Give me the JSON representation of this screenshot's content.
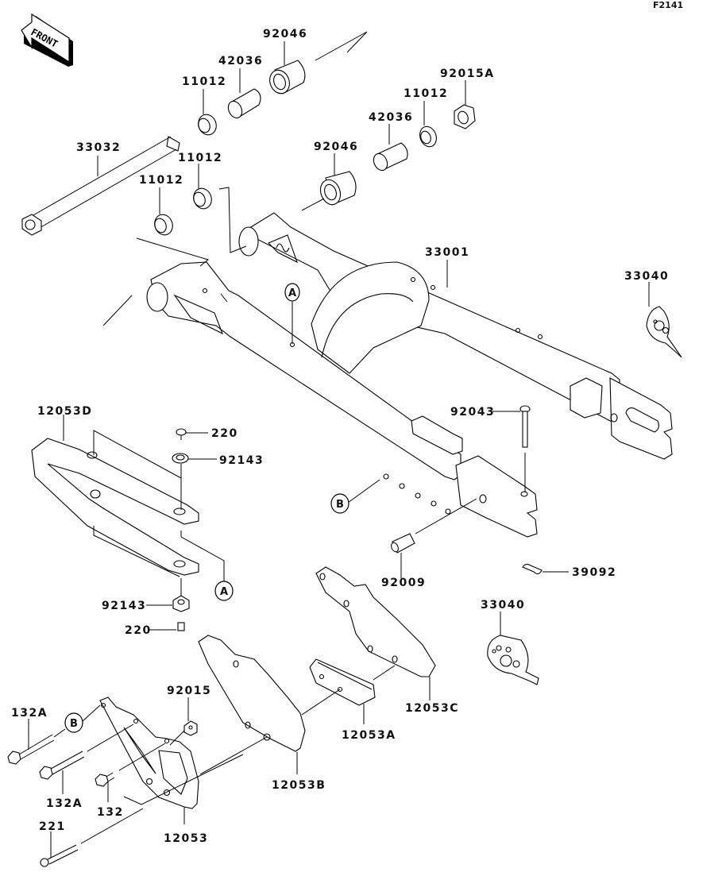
{
  "figure_id": "F2141",
  "front_arrow": {
    "label": "FRONT",
    "icon": "front-direction-arrow-icon"
  },
  "callouts": {
    "a": "A",
    "b": "B"
  },
  "parts": {
    "p92046_top": "92046",
    "p42036_top": "42036",
    "p11012_top": "11012",
    "p33032": "33032",
    "p11012_mid": "11012",
    "p11012_low": "11012",
    "p92046_mid": "92046",
    "p42036_right": "42036",
    "p11012_right": "11012",
    "p92015A": "92015A",
    "p33001": "33001",
    "p33040_top": "33040",
    "p12053D": "12053D",
    "p220_top": "220",
    "p92143_top": "92143",
    "p92043": "92043",
    "p92009": "92009",
    "p39092": "39092",
    "p92143_bottom": "92143",
    "p220_bottom": "220",
    "p33040_bottom": "33040",
    "p12053C": "12053C",
    "p92015": "92015",
    "p132A_top": "132A",
    "p132A_bottom": "132A",
    "p132": "132",
    "p12053A": "12053A",
    "p12053B": "12053B",
    "p221": "221",
    "p12053": "12053"
  }
}
